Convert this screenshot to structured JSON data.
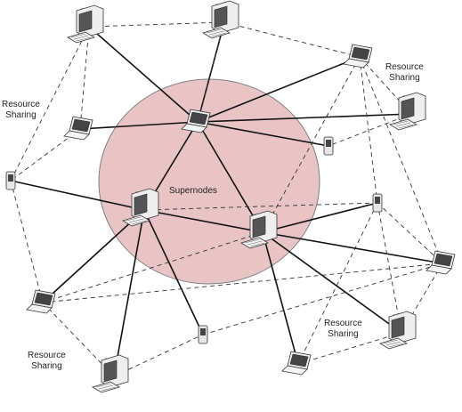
{
  "labels": {
    "supernodes": "Supernodes",
    "resource_sharing_left": [
      "Resource",
      "Sharing"
    ],
    "resource_sharing_top_right": [
      "Resource",
      "Sharing"
    ],
    "resource_sharing_bottom_right": [
      "Resource",
      "Sharing"
    ],
    "resource_sharing_bottom_left": [
      "Resource",
      "Sharing"
    ]
  },
  "colors": {
    "supernode_region_fill": "#e8c4c6",
    "supernode_region_stroke": "#7f7f7f",
    "link": "#111111",
    "dashed_link": "#333333"
  },
  "nodes": [
    {
      "id": "pc-top-left",
      "device": "desktop-computer-icon",
      "role": "peer"
    },
    {
      "id": "pc-top-center",
      "device": "desktop-computer-icon",
      "role": "peer"
    },
    {
      "id": "laptop-top-right",
      "device": "laptop-icon",
      "role": "peer"
    },
    {
      "id": "pc-right",
      "device": "desktop-computer-icon",
      "role": "peer"
    },
    {
      "id": "laptop-left",
      "device": "laptop-icon",
      "role": "peer"
    },
    {
      "id": "phone-left",
      "device": "mobile-phone-icon",
      "role": "peer"
    },
    {
      "id": "supernode-top",
      "device": "laptop-icon",
      "role": "supernode"
    },
    {
      "id": "supernode-left",
      "device": "desktop-computer-icon",
      "role": "supernode"
    },
    {
      "id": "supernode-right",
      "device": "desktop-computer-icon",
      "role": "supernode"
    },
    {
      "id": "phone-center-right",
      "device": "mobile-phone-icon",
      "role": "peer"
    },
    {
      "id": "phone-right",
      "device": "mobile-phone-icon",
      "role": "peer"
    },
    {
      "id": "laptop-right",
      "device": "laptop-icon",
      "role": "peer"
    },
    {
      "id": "laptop-bottom-left",
      "device": "laptop-icon",
      "role": "peer"
    },
    {
      "id": "phone-bottom-center",
      "device": "mobile-phone-icon",
      "role": "peer"
    },
    {
      "id": "pc-bottom-left",
      "device": "desktop-computer-icon",
      "role": "peer"
    },
    {
      "id": "laptop-bottom-center",
      "device": "laptop-icon",
      "role": "peer"
    },
    {
      "id": "pc-bottom-right",
      "device": "desktop-computer-icon",
      "role": "peer"
    }
  ],
  "links": [
    {
      "from": "supernode-top",
      "to": "pc-top-left",
      "style": "solid"
    },
    {
      "from": "supernode-top",
      "to": "pc-top-center",
      "style": "solid"
    },
    {
      "from": "supernode-top",
      "to": "laptop-top-right",
      "style": "solid"
    },
    {
      "from": "supernode-top",
      "to": "pc-right",
      "style": "solid"
    },
    {
      "from": "supernode-top",
      "to": "laptop-left",
      "style": "solid"
    },
    {
      "from": "supernode-top",
      "to": "phone-center-right",
      "style": "solid"
    },
    {
      "from": "supernode-top",
      "to": "supernode-left",
      "style": "solid"
    },
    {
      "from": "supernode-top",
      "to": "supernode-right",
      "style": "solid"
    },
    {
      "from": "supernode-left",
      "to": "supernode-right",
      "style": "solid"
    },
    {
      "from": "supernode-left",
      "to": "phone-left",
      "style": "solid"
    },
    {
      "from": "supernode-left",
      "to": "laptop-bottom-left",
      "style": "solid"
    },
    {
      "from": "supernode-left",
      "to": "pc-bottom-left",
      "style": "solid"
    },
    {
      "from": "supernode-left",
      "to": "phone-bottom-center",
      "style": "solid"
    },
    {
      "from": "supernode-right",
      "to": "laptop-right",
      "style": "solid"
    },
    {
      "from": "supernode-right",
      "to": "pc-bottom-right",
      "style": "solid"
    },
    {
      "from": "supernode-right",
      "to": "laptop-bottom-center",
      "style": "solid"
    },
    {
      "from": "supernode-right",
      "to": "phone-right",
      "style": "solid"
    },
    {
      "from": "pc-top-left",
      "to": "pc-top-center",
      "style": "dashed"
    },
    {
      "from": "pc-top-center",
      "to": "laptop-top-right",
      "style": "dashed"
    },
    {
      "from": "laptop-top-right",
      "to": "pc-right",
      "style": "dashed"
    },
    {
      "from": "laptop-top-right",
      "to": "phone-right",
      "style": "dashed"
    },
    {
      "from": "laptop-top-right",
      "to": "laptop-right",
      "style": "dashed"
    },
    {
      "from": "laptop-top-right",
      "to": "supernode-right",
      "style": "dashed"
    },
    {
      "from": "pc-right",
      "to": "phone-center-right",
      "style": "dashed"
    },
    {
      "from": "pc-top-left",
      "to": "laptop-left",
      "style": "dashed"
    },
    {
      "from": "pc-top-left",
      "to": "phone-left",
      "style": "dashed"
    },
    {
      "from": "pc-top-center",
      "to": "supernode-top",
      "style": "dashed"
    },
    {
      "from": "laptop-left",
      "to": "phone-left",
      "style": "dashed"
    },
    {
      "from": "phone-left",
      "to": "laptop-bottom-left",
      "style": "dashed"
    },
    {
      "from": "laptop-bottom-left",
      "to": "pc-bottom-left",
      "style": "dashed"
    },
    {
      "from": "laptop-bottom-left",
      "to": "laptop-right",
      "style": "dashed"
    },
    {
      "from": "laptop-bottom-left",
      "to": "supernode-right",
      "style": "dashed"
    },
    {
      "from": "pc-bottom-left",
      "to": "phone-bottom-center",
      "style": "dashed"
    },
    {
      "from": "phone-bottom-center",
      "to": "laptop-right",
      "style": "dashed"
    },
    {
      "from": "phone-right",
      "to": "laptop-bottom-center",
      "style": "dashed"
    },
    {
      "from": "phone-right",
      "to": "pc-bottom-right",
      "style": "dashed"
    },
    {
      "from": "phone-right",
      "to": "laptop-right",
      "style": "dashed"
    },
    {
      "from": "phone-right",
      "to": "supernode-left",
      "style": "dashed"
    },
    {
      "from": "laptop-right",
      "to": "pc-bottom-right",
      "style": "dashed"
    },
    {
      "from": "laptop-bottom-center",
      "to": "pc-bottom-right",
      "style": "dashed"
    }
  ]
}
